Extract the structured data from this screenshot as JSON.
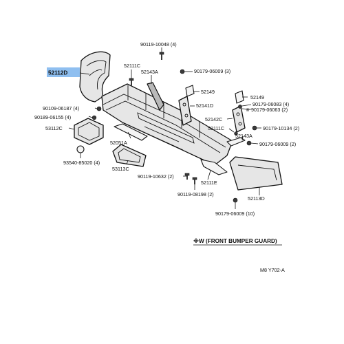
{
  "labels": [
    {
      "id": "52112D",
      "text": "52112D",
      "highlighted": true
    },
    {
      "id": "90119-10048",
      "text": "90119-10048 (4)"
    },
    {
      "id": "52111C",
      "text": "52111C"
    },
    {
      "id": "52143A-top",
      "text": "52143A"
    },
    {
      "id": "90179-06009-3",
      "text": "90179-06009 (3)"
    },
    {
      "id": "52149-mid",
      "text": "52149"
    },
    {
      "id": "52149-right",
      "text": "52149"
    },
    {
      "id": "52141D",
      "text": "52141D"
    },
    {
      "id": "90179-06083",
      "text": "90179-06083 (4)"
    },
    {
      "id": "90179-06063",
      "text": "※ 90179-06063 (2)"
    },
    {
      "id": "90109-06187",
      "text": "90109-06187 (4)"
    },
    {
      "id": "90189-06155",
      "text": "90189-06155 (4)"
    },
    {
      "id": "53112C",
      "text": "53112C"
    },
    {
      "id": "52142C",
      "text": "52142C"
    },
    {
      "id": "52111C-right",
      "text": "52111C"
    },
    {
      "id": "90179-10134",
      "text": "90179-10134 (2)"
    },
    {
      "id": "52143A-right",
      "text": "52143A"
    },
    {
      "id": "90179-06009-2",
      "text": "90179-06009 (2)"
    },
    {
      "id": "52051A",
      "text": "52051A"
    },
    {
      "id": "93540-85020",
      "text": "93540-85020 (4)"
    },
    {
      "id": "53113C",
      "text": "53113C"
    },
    {
      "id": "90119-10632",
      "text": "90119-10632 (2)"
    },
    {
      "id": "52111E",
      "text": "52111E"
    },
    {
      "id": "90119-08198",
      "text": "90119-08198 (2)"
    },
    {
      "id": "52113D",
      "text": "52113D"
    },
    {
      "id": "90179-06009-10",
      "text": "90179-06009 (10)"
    }
  ],
  "note": "※W (FRONT BUMPER GUARD)",
  "figure_code": "M8 Y702-A",
  "colors": {
    "highlight": "#8fbff0",
    "line": "#111111"
  }
}
